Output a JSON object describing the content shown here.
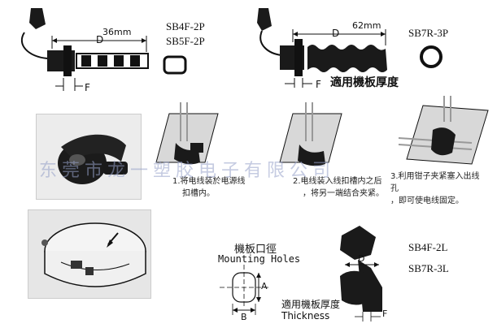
{
  "diagram_1": {
    "dimension": "36mm",
    "label_d": "D",
    "label_f": "F",
    "models": [
      "SB4F-2P",
      "SB5F-2P"
    ]
  },
  "diagram_2": {
    "dimension": "62mm",
    "label_d": "D",
    "label_f": "F",
    "models": [
      "SB7R-3P"
    ],
    "caption": "適用機板厚度"
  },
  "steps": [
    {
      "number": "1.",
      "text_line1": "将电线装於电源线",
      "text_line2": "扣槽内。"
    },
    {
      "number": "2.",
      "text_line1": "电线装入线扣槽内之后",
      "text_line2": "，将另一端结合夹紧。"
    },
    {
      "number": "3.",
      "text_line1": "利用钳子夹紧塞入出线",
      "text_line2": "孔",
      "text_line3": "，即可使电线固定。"
    }
  ],
  "mounting": {
    "title_cn": "機板口徑",
    "title_en": "Mounting Holes",
    "label_a": "A",
    "label_b": "B",
    "thickness_cn": "適用機板厚度",
    "thickness_en": "Thickness",
    "label_d": "D",
    "label_f": "F",
    "models": [
      "SB4F-2L",
      "SB7R-3L"
    ]
  },
  "watermark": "东莞市龙一塑胶电子有限公司"
}
